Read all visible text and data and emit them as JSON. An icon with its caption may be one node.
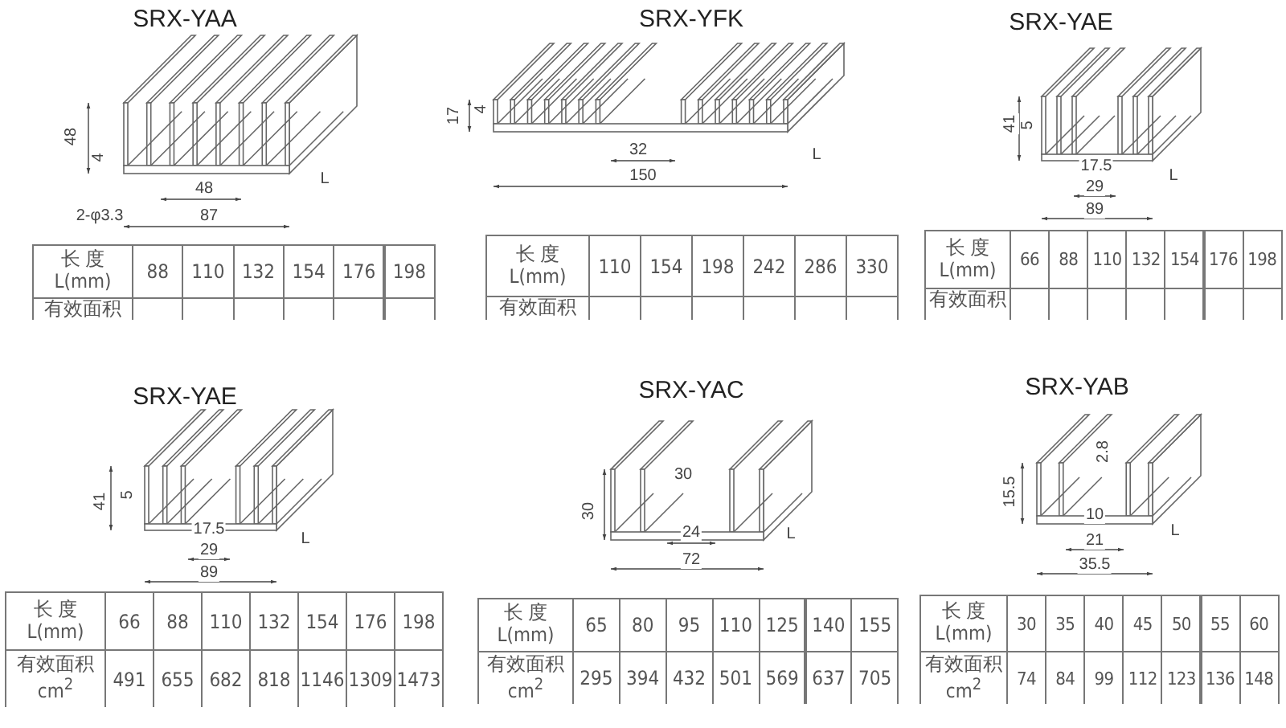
{
  "diagram": {
    "labels": [
      "SRX-YAA",
      "48",
      "4",
      "48",
      "2-φ3.3",
      "87",
      "L",
      "长 度 L(mm)",
      "88",
      "110",
      "132",
      "154",
      "176",
      "198",
      "有效面积",
      "SRX-YFK",
      "17",
      "4",
      "32",
      "150",
      "L",
      "长 度 L(mm)",
      "110",
      "154",
      "198",
      "242",
      "286",
      "330",
      "有效面积",
      "SRX-YAE",
      "41",
      "5",
      "17.5",
      "29",
      "89",
      "L",
      "长 度 L(mm)",
      "66",
      "88",
      "110",
      "132",
      "154",
      "176",
      "198",
      "有效面积",
      "SRX-YAE",
      "41",
      "5",
      "17.5",
      "29",
      "89",
      "L",
      "长 度 L(mm)",
      "66",
      "88",
      "110",
      "132",
      "154",
      "176",
      "198",
      "有效面积 cm$^{2}$",
      "491",
      "655",
      "682",
      "818",
      "1146",
      "1309",
      "1473",
      "SRX-YAC",
      "30",
      "30",
      "24",
      "72",
      "L",
      "长 度 L(mm)",
      "65",
      "80",
      "95",
      "110",
      "125",
      "140",
      "155",
      "有效面积 cm$^{2}$",
      "295",
      "394",
      "432",
      "501",
      "569",
      "637",
      "705",
      "SRX-YAB",
      "15.5",
      "2.8",
      "10",
      "21",
      "35.5",
      "L",
      "长 度 L(mm)",
      "30",
      "35",
      "40",
      "45",
      "50",
      "55",
      "60",
      "有效面积 cm$^{2}$",
      "74",
      "84",
      "99",
      "112",
      "123",
      "136",
      "148"
    ]
  }
}
